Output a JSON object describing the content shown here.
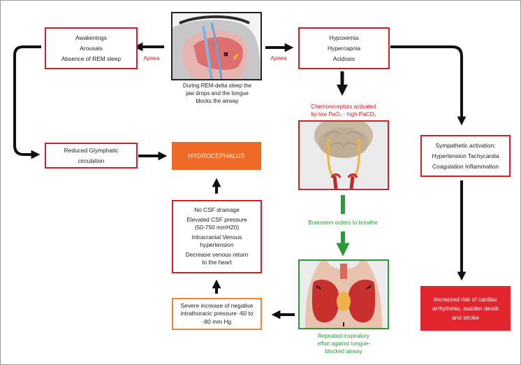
{
  "colors": {
    "red": "#d32027",
    "orange": "#ef6a26",
    "green": "#2c9a3a",
    "black": "#111111"
  },
  "boxes": {
    "awakenings": [
      "Awakenings",
      "Arousals",
      "Absence of REM sleep"
    ],
    "hypoxemia": [
      "Hypoxemia",
      "Hypercapnia",
      "Acidosis"
    ],
    "glymphatic": [
      "Reduced Glymphatic",
      "circulation"
    ],
    "hydrocephalus": "HYDROCEPHALUS",
    "sympathetic": [
      "Sympathetic activation:",
      "Hypertension Tachycardia",
      "Coagulation Inflammation"
    ],
    "csf": [
      "No CSF drainage",
      "Elevated CSF pressure",
      "(50-750 mmH20)",
      "Intracranial Venous",
      "hypertension",
      "Decrease venous return",
      "to the heart"
    ],
    "intrathoracic": [
      "Severe increase of negative",
      "intrathoracic pressure -60 to",
      "-80 mm Hg"
    ],
    "cardiac": [
      "Increased risk of cardiac",
      "arrhythmia, sudden death",
      "and stroke"
    ]
  },
  "labels": {
    "apnea_left": "Apnea",
    "apnea_right": "Apnea",
    "rem_caption": [
      "During REM-delta sleep the",
      "jaw drops and the tongue",
      "blocks the airway"
    ],
    "chemo_caption": [
      "Chemoreceptors activated",
      "by low PaO₂ - high PaCO₂"
    ],
    "brainstem": "Brainstem orders to breathe",
    "inspiratory": [
      "Repeated inspiratory",
      "effort against tongue-",
      "blocked airway"
    ]
  },
  "images": {
    "airway": "airway-illustration",
    "brain": "brainstem-illustration",
    "lungs": "lungs-illustration"
  }
}
